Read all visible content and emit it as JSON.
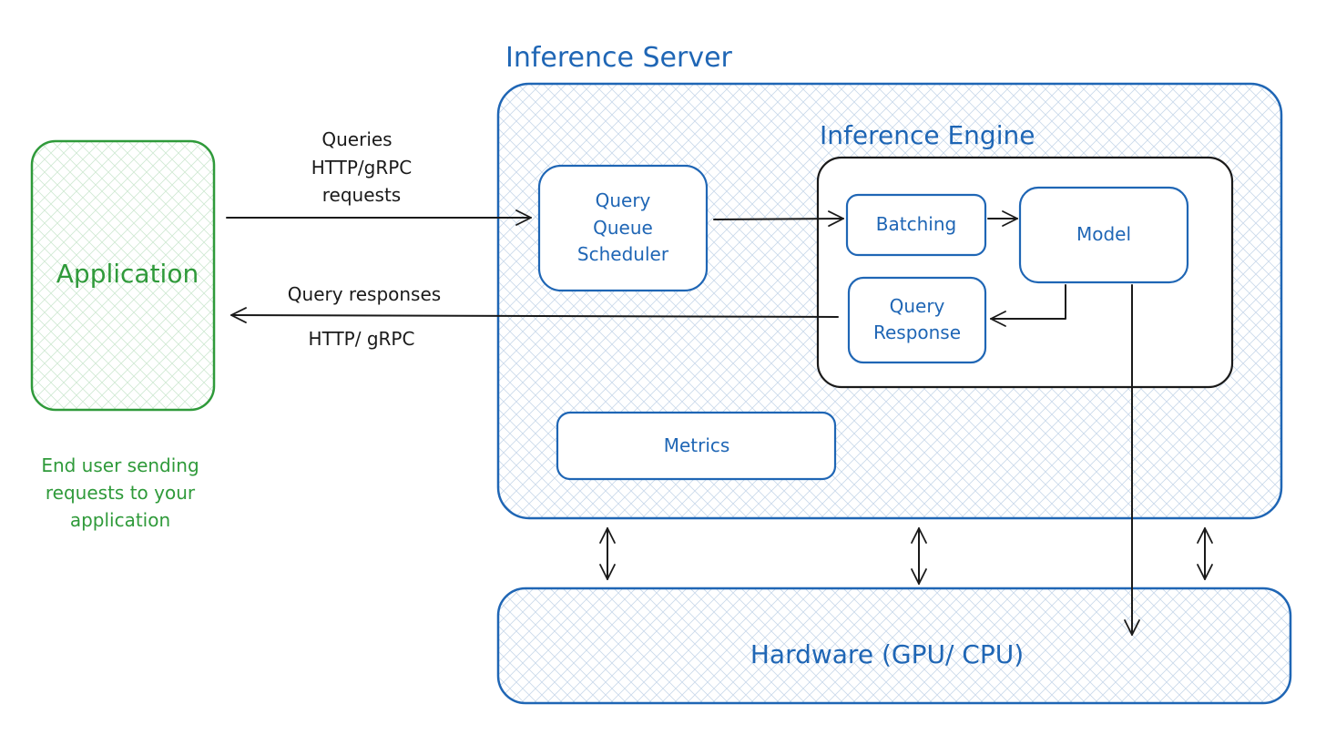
{
  "colors": {
    "blue": "#1f66b5",
    "green": "#2f9a3a",
    "black": "#1a1a1a",
    "hatch_blue": "#c9d9ea",
    "hatch_green": "#cfe9d2"
  },
  "application": {
    "label": "Application",
    "note_lines": [
      "End user sending",
      "requests to your",
      "application"
    ]
  },
  "request_arrow": {
    "label_lines": [
      "Queries",
      "HTTP/gRPC",
      "requests"
    ]
  },
  "response_arrow": {
    "label_top": "Query responses",
    "label_bottom": "HTTP/ gRPC"
  },
  "server": {
    "title": "Inference Server",
    "queue_lines": [
      "Query",
      "Queue",
      "Scheduler"
    ],
    "metrics": "Metrics"
  },
  "engine": {
    "title": "Inference Engine",
    "batching": "Batching",
    "model": "Model",
    "response_lines": [
      "Query",
      "Response"
    ]
  },
  "hardware": {
    "label": "Hardware (GPU/ CPU)"
  }
}
